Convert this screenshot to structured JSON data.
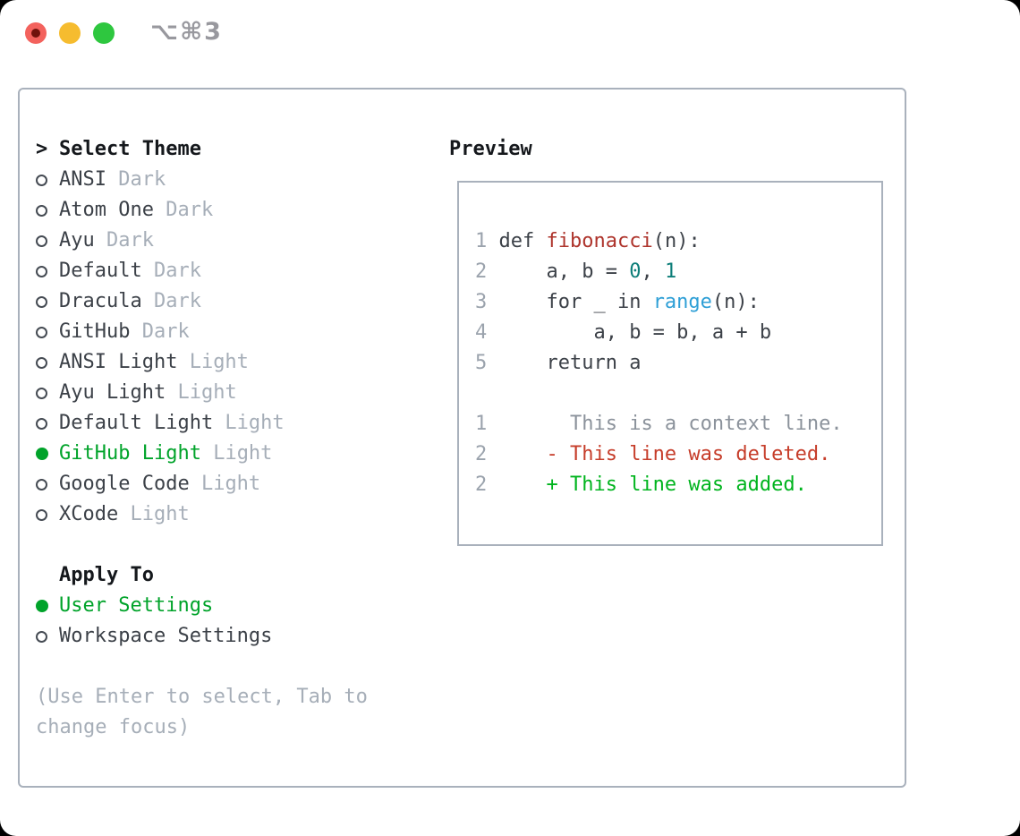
{
  "colors": {
    "accent_green": "#00a32a",
    "added_green": "#00b41e",
    "deleted_red": "#c63d2a",
    "func_red": "#ae342c",
    "number_teal": "#0d7e79",
    "builtin_blue": "#2e9fd6",
    "muted_gray": "#a6aeb8",
    "text_dark": "#3c4148",
    "border_gray": "#a9b1bc",
    "traffic_close": "#f3625d",
    "traffic_minimize": "#f6bc2f",
    "traffic_zoom": "#2ec73f"
  },
  "window": {
    "title": "⌥⌘3"
  },
  "theme_list": {
    "prompt": ">",
    "title": "Select Theme",
    "items": [
      {
        "name": "ANSI",
        "variant": "Dark",
        "selected": false
      },
      {
        "name": "Atom One",
        "variant": "Dark",
        "selected": false
      },
      {
        "name": "Ayu",
        "variant": "Dark",
        "selected": false
      },
      {
        "name": "Default",
        "variant": "Dark",
        "selected": false
      },
      {
        "name": "Dracula",
        "variant": "Dark",
        "selected": false
      },
      {
        "name": "GitHub",
        "variant": "Dark",
        "selected": false
      },
      {
        "name": "ANSI Light",
        "variant": "Light",
        "selected": false
      },
      {
        "name": "Ayu Light",
        "variant": "Light",
        "selected": false
      },
      {
        "name": "Default Light",
        "variant": "Light",
        "selected": false
      },
      {
        "name": "GitHub Light",
        "variant": "Light",
        "selected": true
      },
      {
        "name": "Google Code",
        "variant": "Light",
        "selected": false
      },
      {
        "name": "XCode",
        "variant": "Light",
        "selected": false
      }
    ]
  },
  "apply_to": {
    "title": "Apply To",
    "options": [
      {
        "name": "User Settings",
        "selected": true
      },
      {
        "name": "Workspace Settings",
        "selected": false
      }
    ]
  },
  "hint": {
    "line1": "(Use Enter to select, Tab to",
    "line2": "change focus)"
  },
  "preview": {
    "title": "Preview",
    "code_lines": [
      {
        "no": "1",
        "segments": [
          [
            "def ",
            "code"
          ],
          [
            "fibonacci",
            "func"
          ],
          [
            "(n):",
            "code"
          ]
        ]
      },
      {
        "no": "2",
        "segments": [
          [
            "    a, b = ",
            "code"
          ],
          [
            "0",
            "num"
          ],
          [
            ", ",
            "code"
          ],
          [
            "1",
            "num"
          ]
        ]
      },
      {
        "no": "3",
        "segments": [
          [
            "    for _ in ",
            "code"
          ],
          [
            "range",
            "builtin"
          ],
          [
            "(n):",
            "code"
          ]
        ]
      },
      {
        "no": "4",
        "segments": [
          [
            "        a, b = b, a + b",
            "code"
          ]
        ]
      },
      {
        "no": "5",
        "segments": [
          [
            "    return a",
            "code"
          ]
        ]
      },
      {
        "no": "",
        "segments": []
      },
      {
        "no": "1",
        "segments": [
          [
            "      This is a context line.",
            "context"
          ]
        ]
      },
      {
        "no": "2",
        "segments": [
          [
            "    - This line was deleted.",
            "deleted"
          ]
        ]
      },
      {
        "no": "2",
        "segments": [
          [
            "    + This line was added.",
            "added"
          ]
        ]
      }
    ]
  }
}
